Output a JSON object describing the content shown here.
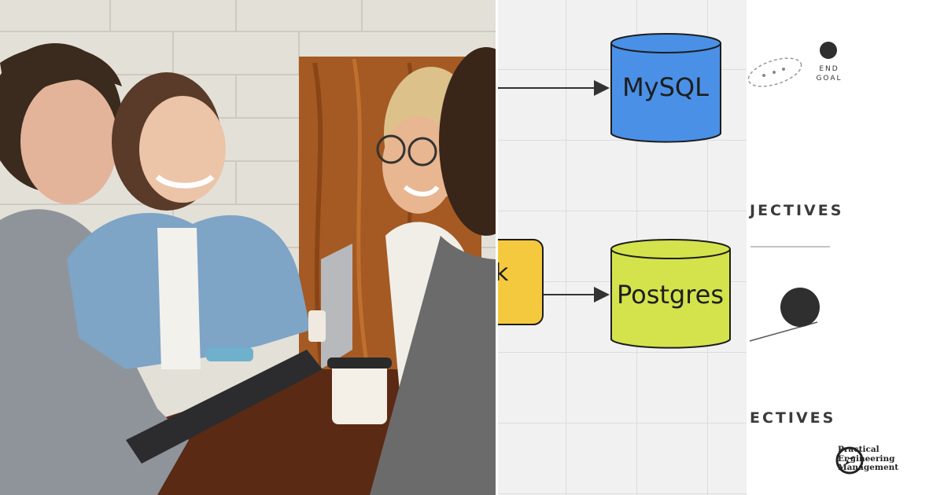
{
  "diagram": {
    "databases": [
      {
        "label": "MySQL",
        "color": "#4a90e6"
      },
      {
        "label": "Postgres",
        "color": "#d4e34c"
      }
    ],
    "source_node": {
      "label": "k",
      "color": "#f5c93d"
    }
  },
  "objectives": {
    "end_goal_line1": "END",
    "end_goal_line2": "GOAL",
    "heading_top": "JECTIVES",
    "heading_bottom": "ECTIVES"
  },
  "brand": {
    "line1": "Practical",
    "line2": "Engineering",
    "line3": "Management",
    "logo_icon": "compass-icon"
  }
}
